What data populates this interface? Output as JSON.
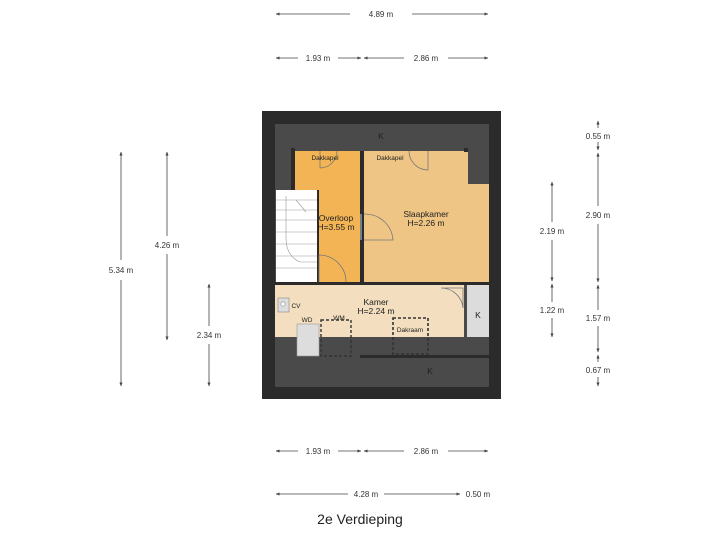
{
  "title": "2e Verdieping",
  "colors": {
    "wall": "#2b2b2b",
    "roof_band": "#4a4a4a",
    "overloop": "#f2b455",
    "slaapkamer": "#efc585",
    "kamer": "#f3dfbf",
    "dim_line": "#444444"
  },
  "dimensions": {
    "top_total": "4.89 m",
    "top_left": "1.93 m",
    "top_right": "2.86 m",
    "bottom_left": "1.93 m",
    "bottom_right": "2.86 m",
    "bottom_total_a": "4.28 m",
    "bottom_total_b": "0.50 m",
    "left_outer": "5.34 m",
    "left_inner": "4.26 m",
    "left_lower": "2.34 m",
    "right_a": "0.55 m",
    "right_b": "2.90 m",
    "right_c": "2.19 m",
    "right_d": "1.22 m",
    "right_e": "1.57 m",
    "right_f": "0.67 m"
  },
  "rooms": {
    "overloop": {
      "name": "Overloop",
      "height": "H=3.55 m"
    },
    "slaapkamer": {
      "name": "Slaapkamer",
      "height": "H=2.26 m"
    },
    "kamer": {
      "name": "Kamer",
      "height": "H=2.24 m"
    }
  },
  "labels": {
    "k_top": "K",
    "k_right": "K",
    "k_bottom": "K",
    "dakkapel_left": "Dakkapel",
    "dakkapel_right": "Dakkapel",
    "cv": "CV",
    "wd": "WD",
    "wm": "WM",
    "dakraam": "Dakraam"
  }
}
